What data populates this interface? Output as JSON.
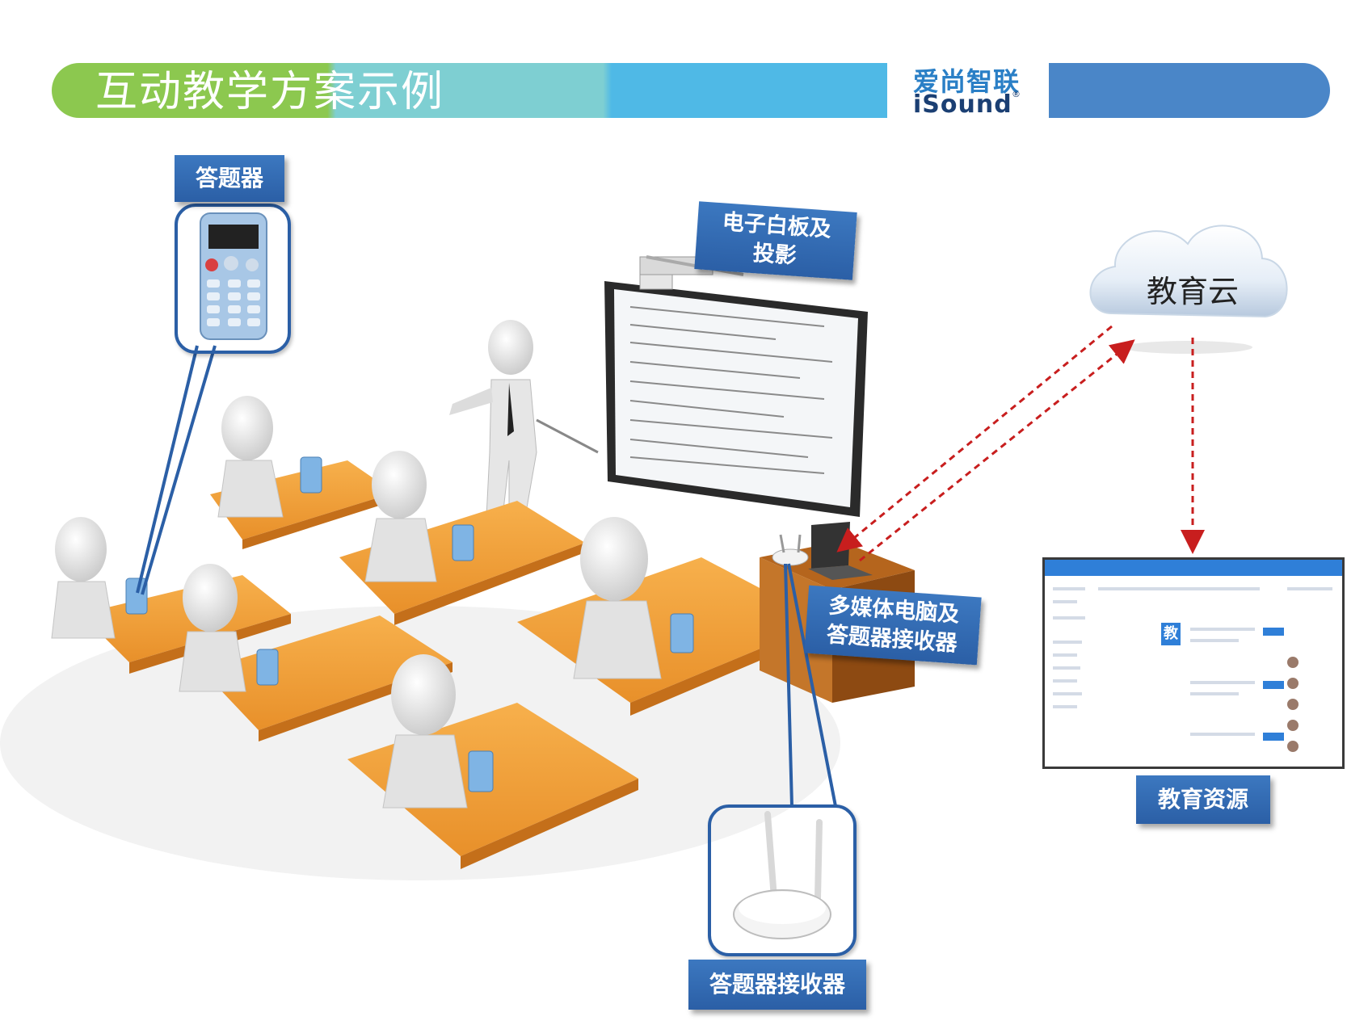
{
  "header": {
    "title": "互动教学方案示例",
    "logo_cn": "爱尚智联",
    "logo_en": "iSound",
    "logo_reg": "®"
  },
  "labels": {
    "clicker": "答题器",
    "whiteboard_line1": "电子白板及",
    "whiteboard_line2": "投影",
    "pc_line1": "多媒体电脑及",
    "pc_line2": "答题器接收器",
    "cloud": "教育云",
    "resources": "教育资源",
    "receiver": "答题器接收器"
  },
  "portal": {
    "badge": "教"
  },
  "colors": {
    "banner_green": "#8cc84f",
    "banner_teal": "#7ecfd2",
    "banner_blue": "#4fb9e6",
    "banner_dark": "#4a86c8",
    "label_blue": "#2b5fa6",
    "arrow_red": "#c81e1e",
    "desk_orange": "#f2a038"
  },
  "icons": [
    "clicker-icon",
    "router-icon",
    "whiteboard-icon",
    "projector-icon",
    "laptop-icon",
    "cloud-icon",
    "student-figure-icon",
    "teacher-figure-icon"
  ]
}
